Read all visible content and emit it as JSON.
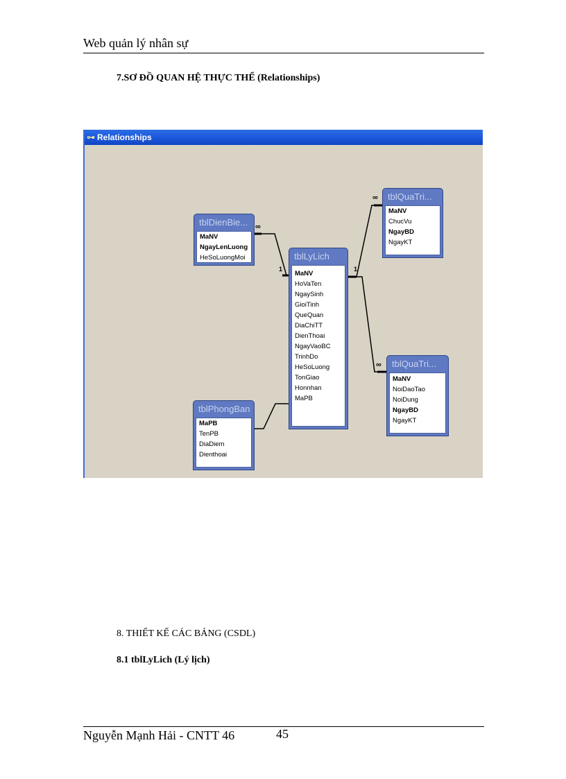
{
  "header": {
    "title": "Web quản lý nhân sự"
  },
  "section7": {
    "title": "7.SƠ ĐỒ QUAN HỆ THỰC THỂ (Relationships)"
  },
  "window": {
    "title": "Relationships",
    "title_color": "#1955d8",
    "canvas_color": "#d8d3c5"
  },
  "tables": {
    "dienbien": {
      "title": "tblDienBie...",
      "fields": [
        "MaNV",
        "NgayLenLuong",
        "HeSoLuongMoi"
      ],
      "keys": [
        0,
        1
      ]
    },
    "lylich": {
      "title": "tblLyLich",
      "fields": [
        "MaNV",
        "HoVaTen",
        "NgaySinh",
        "GioiTinh",
        "QueQuan",
        "DiaChiTT",
        "DienThoai",
        "NgayVaoBC",
        "TrinhDo",
        "HeSoLuong",
        "TonGiao",
        "Honnhan",
        "MaPB"
      ],
      "keys": [
        0
      ]
    },
    "quatri1": {
      "title": "tblQuaTri...",
      "fields": [
        "MaNV",
        "ChucVu",
        "NgayBD",
        "NgayKT"
      ],
      "keys": [
        0,
        2
      ]
    },
    "quatri2": {
      "title": "tblQuaTri...",
      "fields": [
        "MaNV",
        "NoiDaoTao",
        "NoiDung",
        "NgayBD",
        "NgayKT"
      ],
      "keys": [
        0,
        3
      ]
    },
    "phongban": {
      "title": "tblPhongBan",
      "fields": [
        "MaPB",
        "TenPB",
        "DiaDiem",
        "Dienthoai"
      ],
      "keys": [
        0
      ]
    }
  },
  "relations": {
    "one": "1",
    "many": "∞"
  },
  "section8": {
    "title": "8. THIẾT KẾ CÁC BẢNG (CSDL)",
    "sub": "8.1 tblLyLich  (Lý lịch)"
  },
  "footer": {
    "author": "Nguyễn Mạnh Hải - CNTT 46",
    "page": "45"
  }
}
